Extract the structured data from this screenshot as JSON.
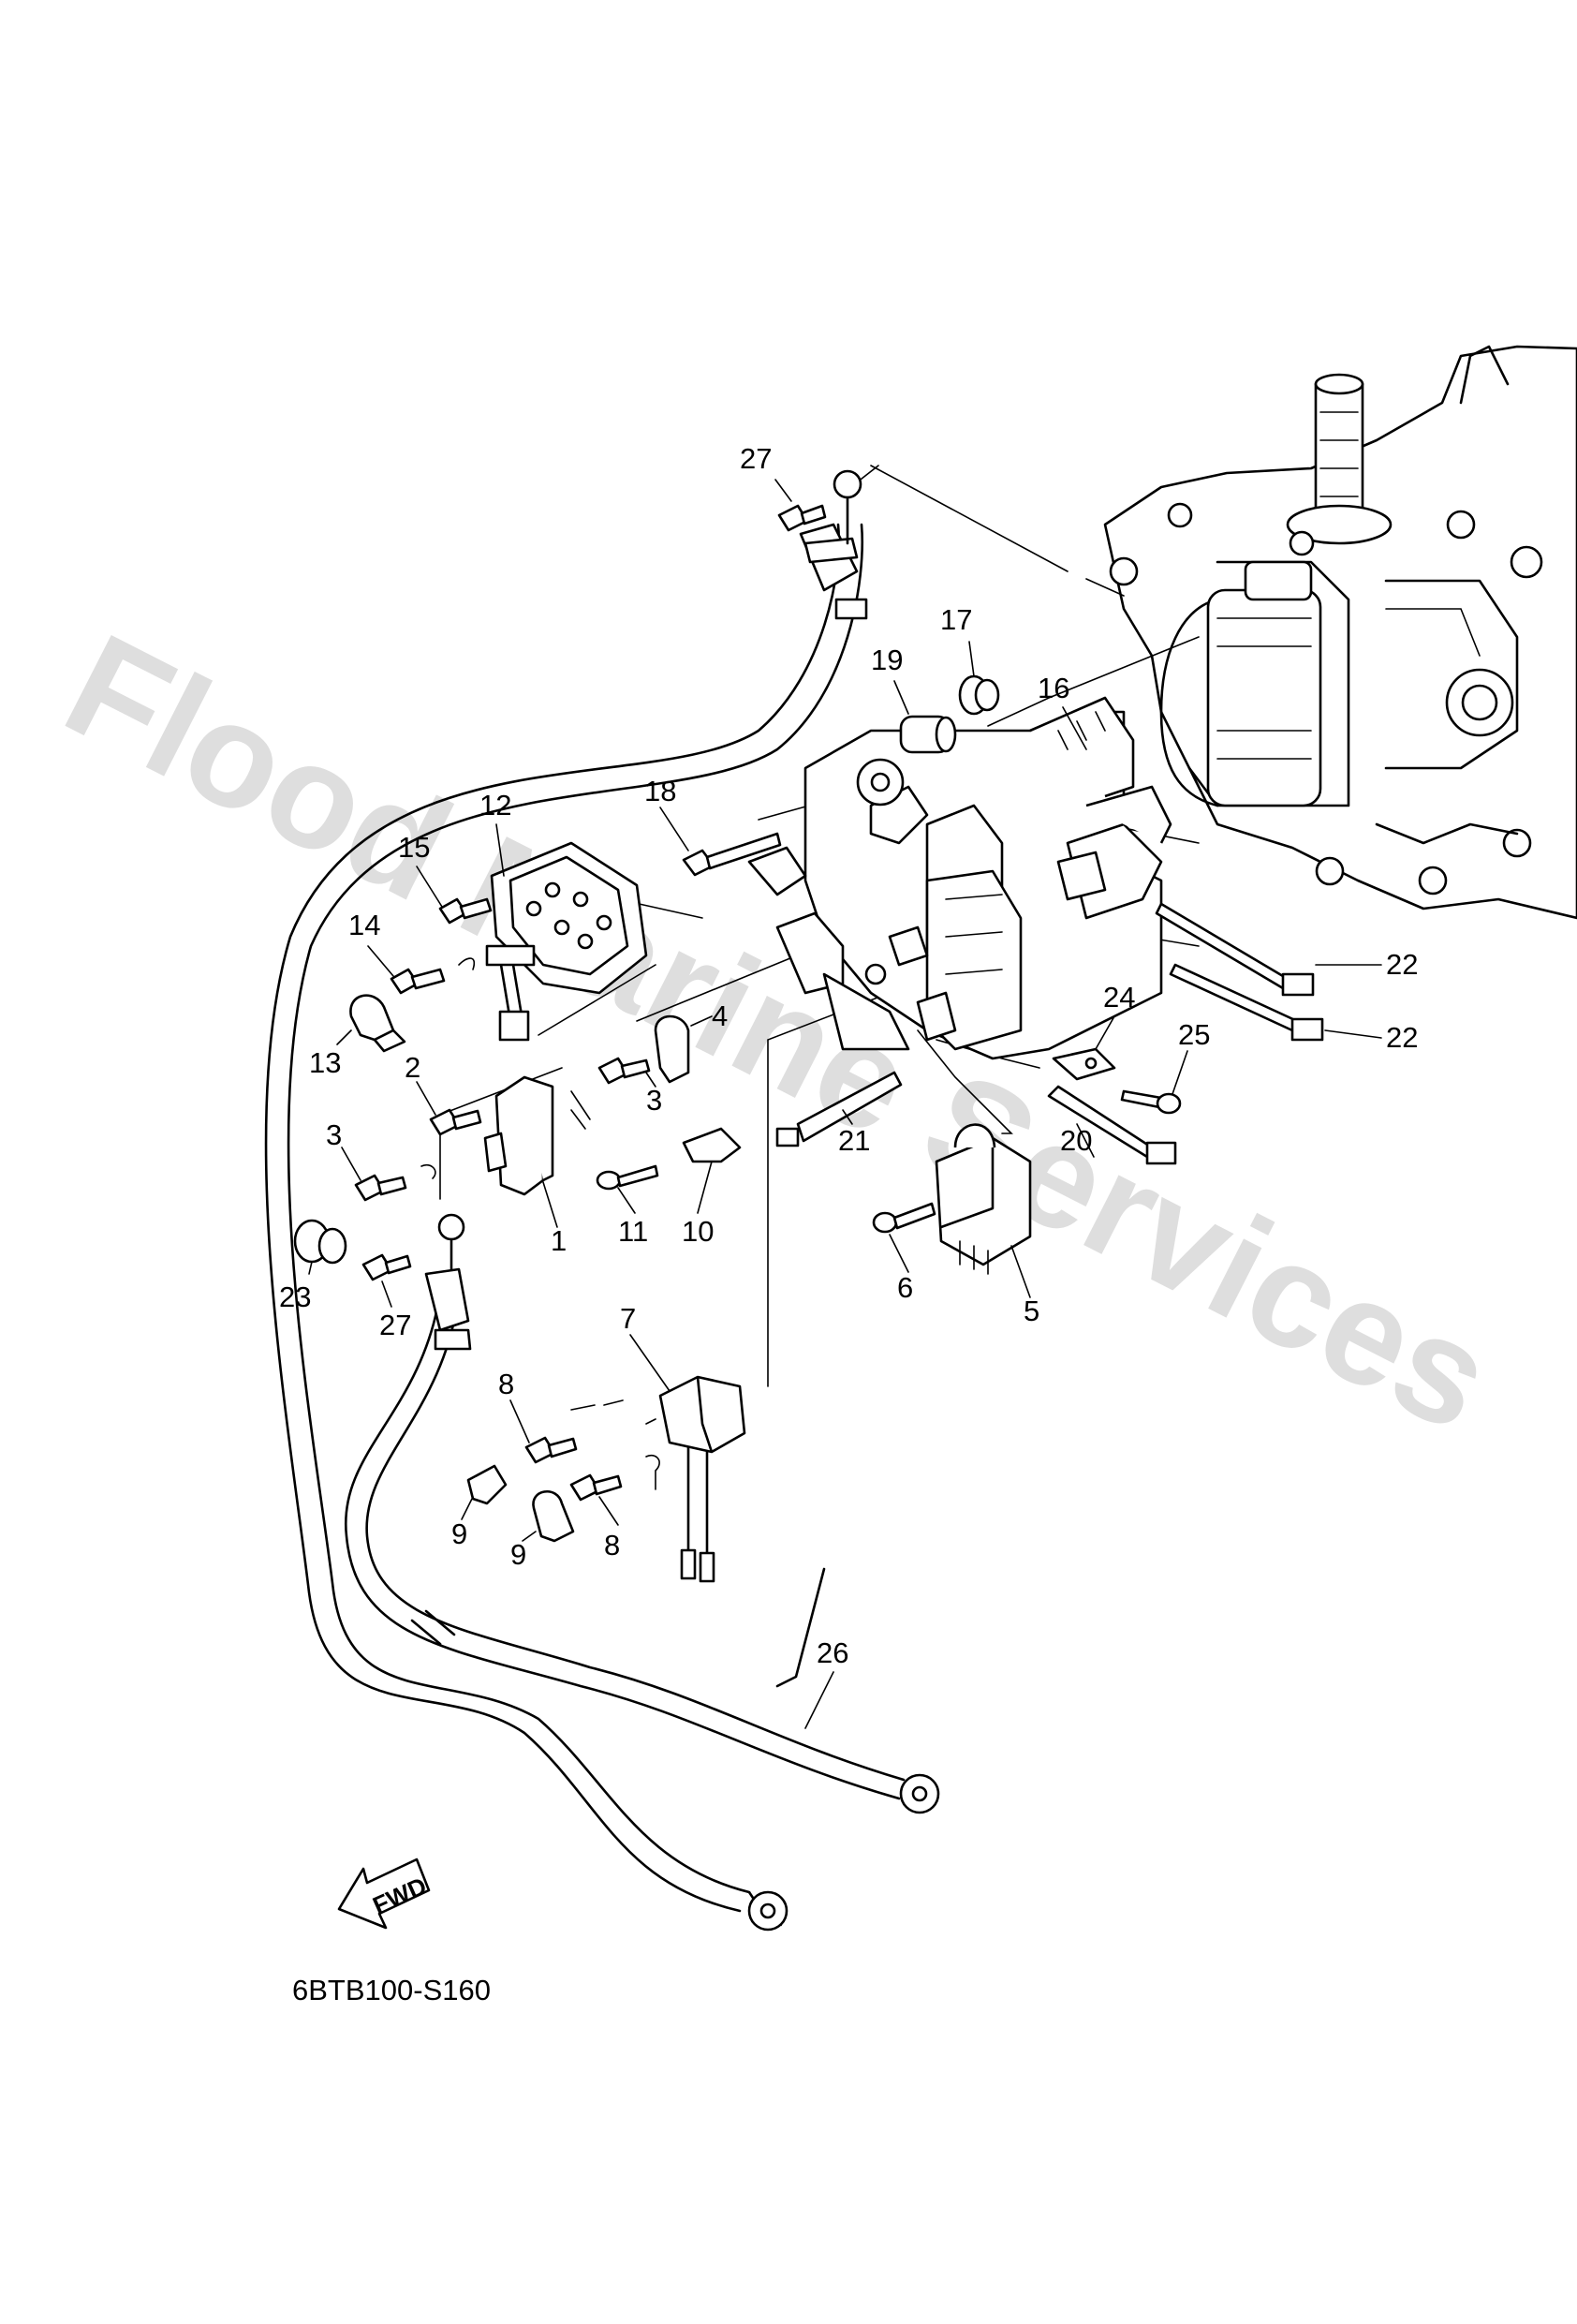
{
  "watermark": "Flood Marine Services",
  "diagram_code": "6BTB100-S160",
  "fwd_label": "FWD",
  "callouts": {
    "c1": "1",
    "c2": "2",
    "c3a": "3",
    "c3b": "3",
    "c4": "4",
    "c5": "5",
    "c6": "6",
    "c7": "7",
    "c8a": "8",
    "c8b": "8",
    "c9a": "9",
    "c9b": "9",
    "c10": "10",
    "c11": "11",
    "c12": "12",
    "c13": "13",
    "c14": "14",
    "c15": "15",
    "c16": "16",
    "c17": "17",
    "c18": "18",
    "c19": "19",
    "c20": "20",
    "c21": "21",
    "c22a": "22",
    "c22b": "22",
    "c23": "23",
    "c24": "24",
    "c25": "25",
    "c26": "26",
    "c27a": "27",
    "c27b": "27"
  }
}
